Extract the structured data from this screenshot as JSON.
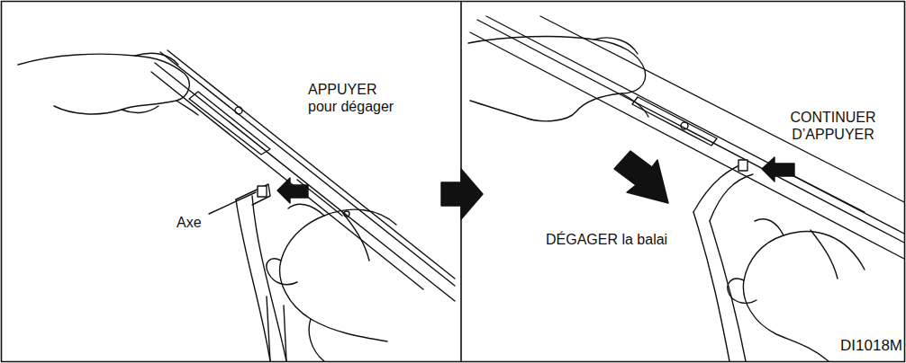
{
  "diagram": {
    "labels": [
      "APPUYER pour dégager",
      "Axe",
      "CONTINUER D’APPUYER",
      "DÉGAGER la balai",
      "DI1018M"
    ]
  }
}
